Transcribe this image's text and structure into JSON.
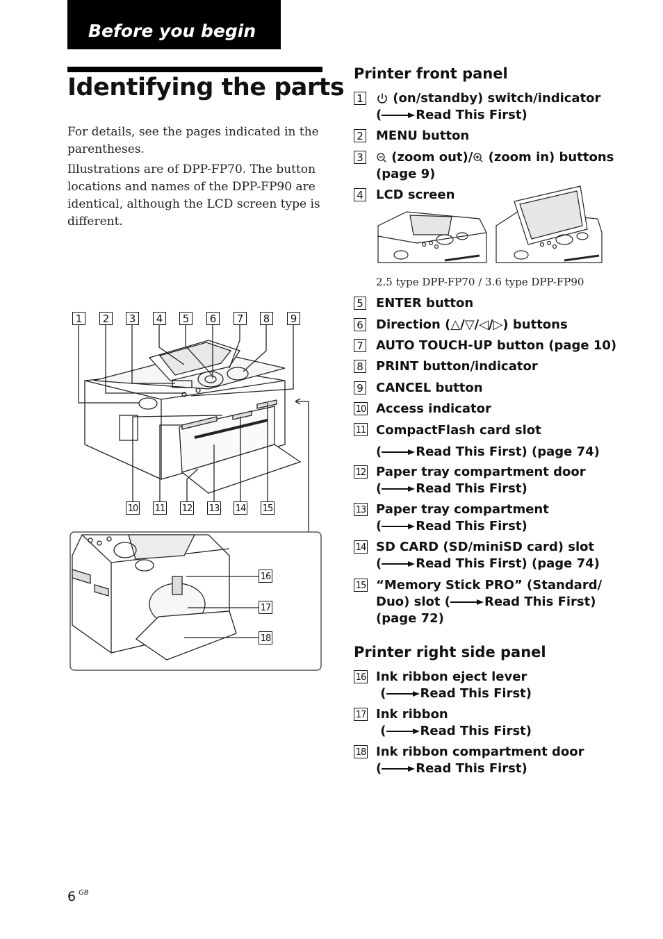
{
  "header": {
    "tab_label": "Before you begin",
    "title": "Identifying the parts"
  },
  "intro": {
    "p1": "For details, see the pages indicated in the parentheses.",
    "p2": "Illustrations are of DPP-FP70. The button locations and names of the DPP-FP90 are identical, although the LCD screen type is different."
  },
  "front_panel": {
    "heading": "Printer front panel",
    "items": [
      {
        "num": "1",
        "line1": "(on/standby) switch/indicator",
        "ref": "Read This First)"
      },
      {
        "num": "2",
        "line1": "MENU button"
      },
      {
        "num": "3",
        "line1a": "(zoom out)/",
        "line1b": "(zoom in) buttons",
        "line2": "(page 9)"
      },
      {
        "num": "4",
        "line1": "LCD screen"
      },
      {
        "num": "5",
        "line1": "ENTER button"
      },
      {
        "num": "6",
        "line1": "Direction (△/▽/◁/▷) buttons"
      },
      {
        "num": "7",
        "line1": "AUTO TOUCH-UP button (page 10)"
      },
      {
        "num": "8",
        "line1": "PRINT button/indicator"
      },
      {
        "num": "9",
        "line1": "CANCEL button"
      },
      {
        "num": "10",
        "line1": "Access indicator"
      },
      {
        "num": "11",
        "line1": "CompactFlash card slot",
        "ref": "Read This First) (page 74)"
      },
      {
        "num": "12",
        "line1": "Paper tray compartment door",
        "ref": "Read This First)"
      },
      {
        "num": "13",
        "line1": "Paper tray compartment",
        "ref": "Read This First)"
      },
      {
        "num": "14",
        "line1": "SD CARD (SD/miniSD card) slot",
        "ref": "Read This First) (page 74)"
      },
      {
        "num": "15",
        "line1": "“Memory Stick PRO” (Standard/",
        "line2a": "Duo)  slot (",
        "line2b": "Read This First)",
        "line3": "(page 72)"
      }
    ],
    "lcd_caption": "2.5 type DPP-FP70 / 3.6 type DPP-FP90"
  },
  "right_panel": {
    "heading": "Printer right side panel",
    "items": [
      {
        "num": "16",
        "line1": "Ink ribbon eject lever",
        "ref": "Read This First)"
      },
      {
        "num": "17",
        "line1": "Ink ribbon",
        "ref": "Read This First)"
      },
      {
        "num": "18",
        "line1": "Ink ribbon compartment door",
        "ref": "Read This First)"
      }
    ]
  },
  "diagram_labels": {
    "top": [
      "1",
      "2",
      "3",
      "4",
      "5",
      "6",
      "7",
      "8",
      "9"
    ],
    "bottom": [
      "10",
      "11",
      "12",
      "13",
      "14",
      "15"
    ],
    "side": [
      "16",
      "17",
      "18"
    ]
  },
  "footer": {
    "page": "6",
    "lang": "GB"
  }
}
